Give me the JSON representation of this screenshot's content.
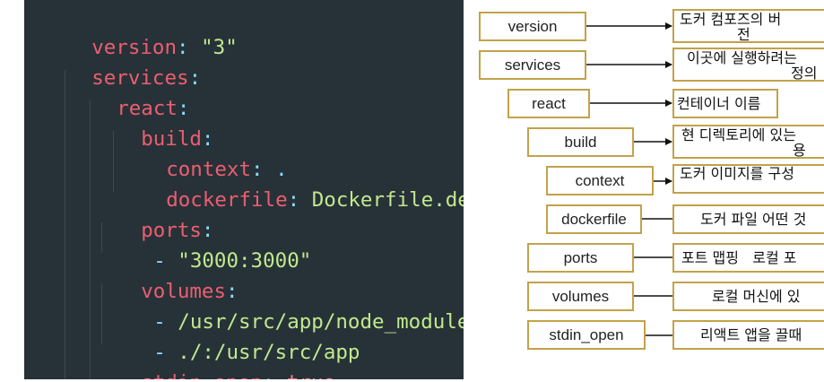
{
  "code": {
    "lines": [
      {
        "key": "version",
        "colon": ":",
        "value": "\"3\"",
        "value_kind": "str"
      },
      {
        "key": "services",
        "colon": ":"
      },
      {
        "key": "react",
        "colon": ":"
      },
      {
        "key": "build",
        "colon": ":"
      },
      {
        "key": "context",
        "colon": ":",
        "value": ".",
        "value_kind": "punct"
      },
      {
        "key": "dockerfile",
        "colon": ":",
        "value": "Dockerfile.dev",
        "value_kind": "plain"
      },
      {
        "key": "ports",
        "colon": ":"
      },
      {
        "dash": "-",
        "value": "\"3000:3000\"",
        "value_kind": "str"
      },
      {
        "key": "volumes",
        "colon": ":"
      },
      {
        "dash": "-",
        "value": "/usr/src/app/node_modules",
        "value_kind": "plain"
      },
      {
        "dash": "-",
        "value": "./:/usr/src/app",
        "value_kind": "plain"
      },
      {
        "key": "stdin_open",
        "colon": ":",
        "value": "true",
        "value_kind": "bool"
      }
    ]
  },
  "diagram": {
    "rows": [
      {
        "label": "version",
        "desc_lines": [
          "도커 컴포즈의 버",
          "전"
        ]
      },
      {
        "label": "services",
        "desc_lines": [
          "이곳에 실행하려는",
          "정의"
        ]
      },
      {
        "label": "react",
        "desc_lines": [
          "컨테이너 이름"
        ]
      },
      {
        "label": "build",
        "desc_lines": [
          "현 디렉토리에 있는",
          "용"
        ]
      },
      {
        "label": "context",
        "desc_lines": [
          "도커 이미지를 구성"
        ]
      },
      {
        "label": "dockerfile",
        "desc_lines": [
          "도커 파일 어떤 것"
        ]
      },
      {
        "label": "ports",
        "desc_lines": [
          "포트 맵핑   로컬 포"
        ]
      },
      {
        "label": "volumes",
        "desc_lines": [
          "로컬 머신에 있"
        ]
      },
      {
        "label": "stdin_open",
        "desc_lines": [
          "리액트 앱을 끌때"
        ]
      }
    ]
  }
}
